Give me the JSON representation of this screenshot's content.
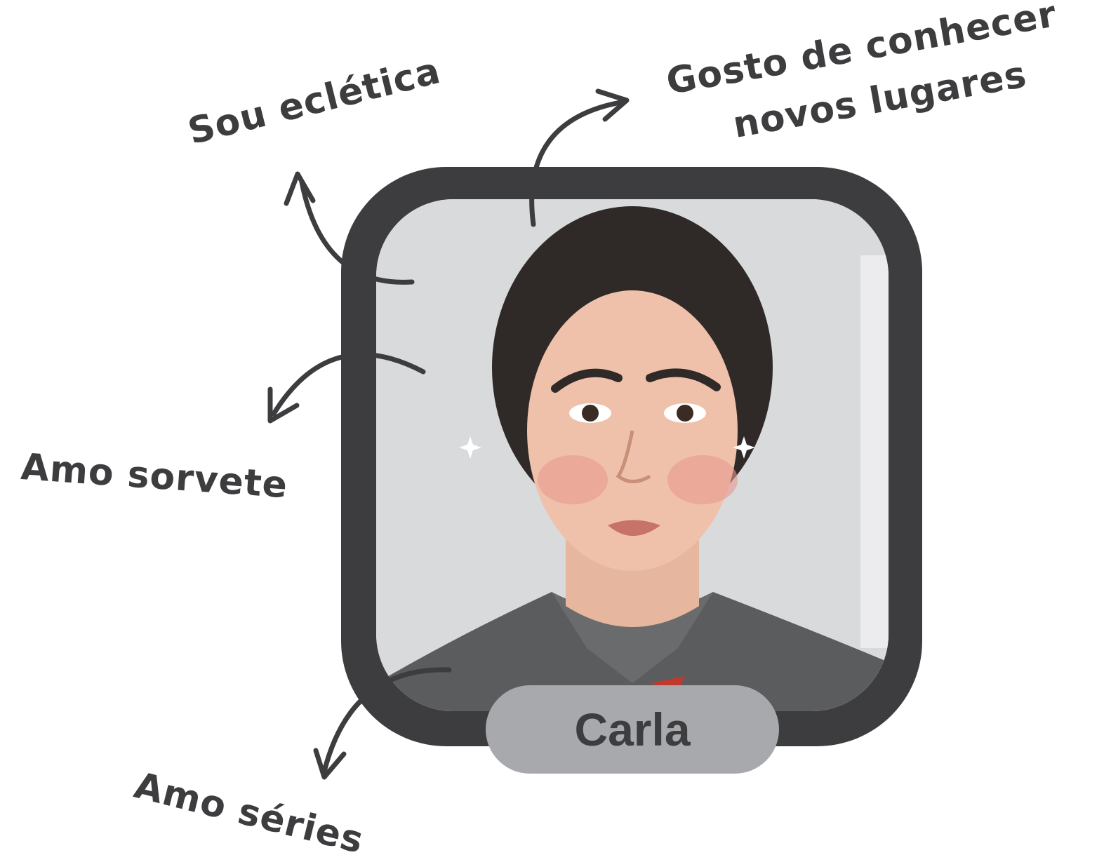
{
  "labels": {
    "ecletica": "Sou eclética",
    "lugares_line1": "Gosto de conhecer",
    "lugares_line2": "novos lugares",
    "sorvete": "Amo sorvete",
    "series": "Amo séries"
  },
  "name": "Carla",
  "colors": {
    "frame": "#3d3d3f",
    "pill": "#a8a9ac",
    "text": "#3d3d3f",
    "background": "#ffffff"
  },
  "icons": [
    "curved-arrow-icon"
  ]
}
